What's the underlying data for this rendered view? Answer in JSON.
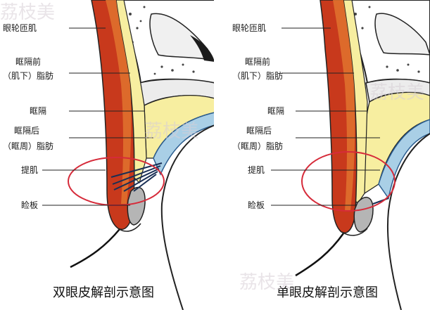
{
  "diagrams": [
    {
      "caption": "双眼皮解剖示意图",
      "labels": [
        "眼轮匝肌",
        "眶隔前",
        "（肌下）脂肪",
        "眶隔",
        "眶隔后",
        "（眶周）脂肪",
        "提肌",
        "睑板"
      ]
    },
    {
      "caption": "单眼皮解剖示意图",
      "labels": [
        "眼轮匝肌",
        "眶隔前",
        "（肌下）脂肪",
        "眶隔",
        "眶隔后",
        "（眶周）脂肪",
        "提肌",
        "睑板"
      ]
    }
  ],
  "watermark": "荔枝美",
  "colors": {
    "muscle_red": "#c8391c",
    "muscle_orange": "#e0732e",
    "fat_yellow": "#f7eea0",
    "fat_light": "#fbf6cf",
    "levator_blue": "#a9cfe6",
    "levator_dark": "#2b5d8f",
    "bone_gray": "#e9e9e9",
    "circle_red": "#d62b3a"
  }
}
